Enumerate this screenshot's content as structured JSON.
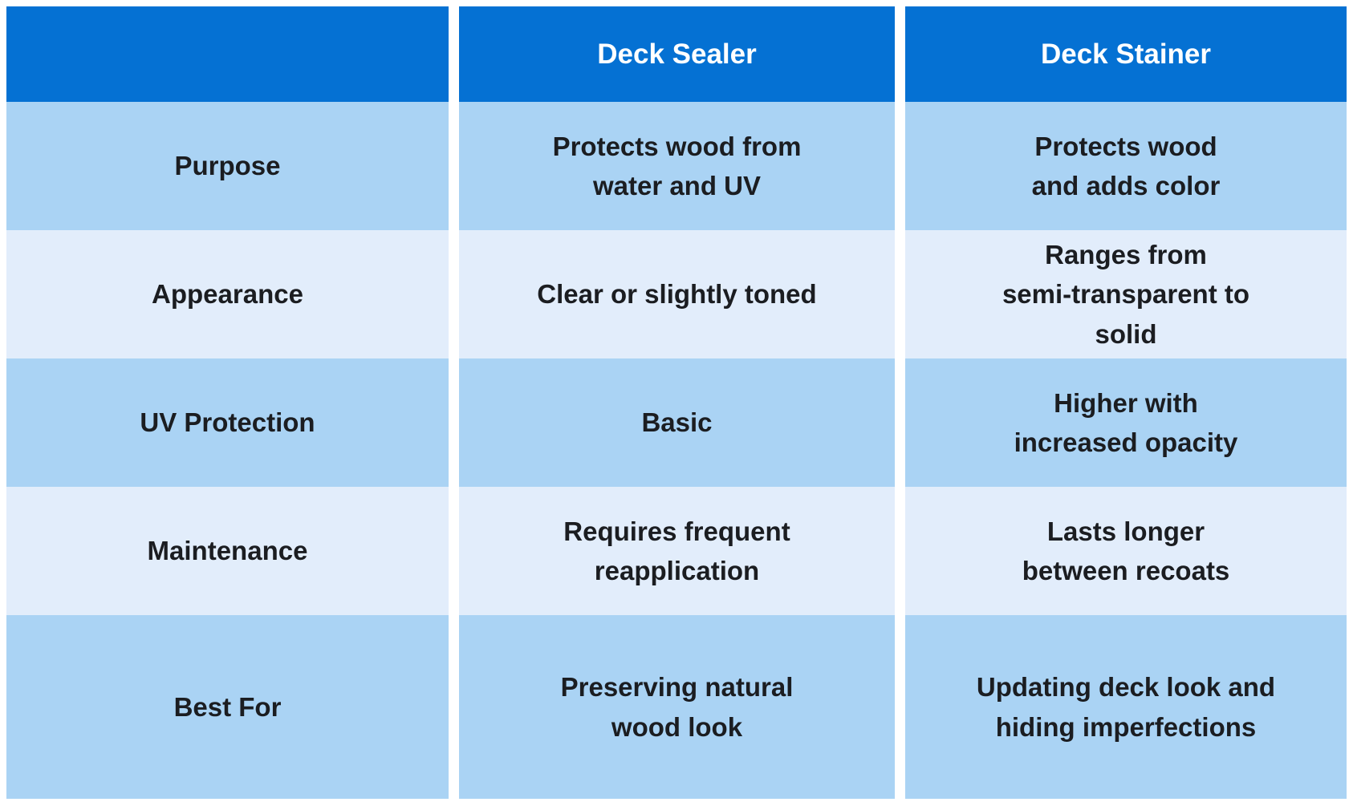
{
  "colors": {
    "header_bg": "#0571d3",
    "header_text": "#ffffff",
    "row_medium_bg": "#aad3f4",
    "row_light_bg": "#e2edfb",
    "cell_text": "#1b1d21",
    "page_bg": "#ffffff"
  },
  "table": {
    "header": {
      "col1": "",
      "col2": "Deck Sealer",
      "col3": "Deck Stainer"
    },
    "rows": [
      {
        "label": "Purpose",
        "sealer": "Protects wood from\nwater and UV",
        "stainer": "Protects wood\nand adds color"
      },
      {
        "label": "Appearance",
        "sealer": "Clear or slightly toned",
        "stainer": "Ranges from\nsemi-transparent to\nsolid"
      },
      {
        "label": "UV Protection",
        "sealer": "Basic",
        "stainer": "Higher with\nincreased opacity"
      },
      {
        "label": "Maintenance",
        "sealer": "Requires frequent\nreapplication",
        "stainer": "Lasts longer\nbetween recoats"
      },
      {
        "label": "Best For",
        "sealer": "Preserving natural\nwood look",
        "stainer": "Updating deck look and\nhiding imperfections"
      }
    ]
  },
  "chart_data": {
    "type": "table",
    "columns": [
      "",
      "Deck Sealer",
      "Deck Stainer"
    ],
    "rows": [
      [
        "Purpose",
        "Protects wood from water and UV",
        "Protects wood and adds color"
      ],
      [
        "Appearance",
        "Clear or slightly toned",
        "Ranges from semi-transparent to solid"
      ],
      [
        "UV Protection",
        "Basic",
        "Higher with increased opacity"
      ],
      [
        "Maintenance",
        "Requires frequent reapplication",
        "Lasts longer between recoats"
      ],
      [
        "Best For",
        "Preserving natural wood look",
        "Updating deck look and hiding imperfections"
      ]
    ]
  }
}
